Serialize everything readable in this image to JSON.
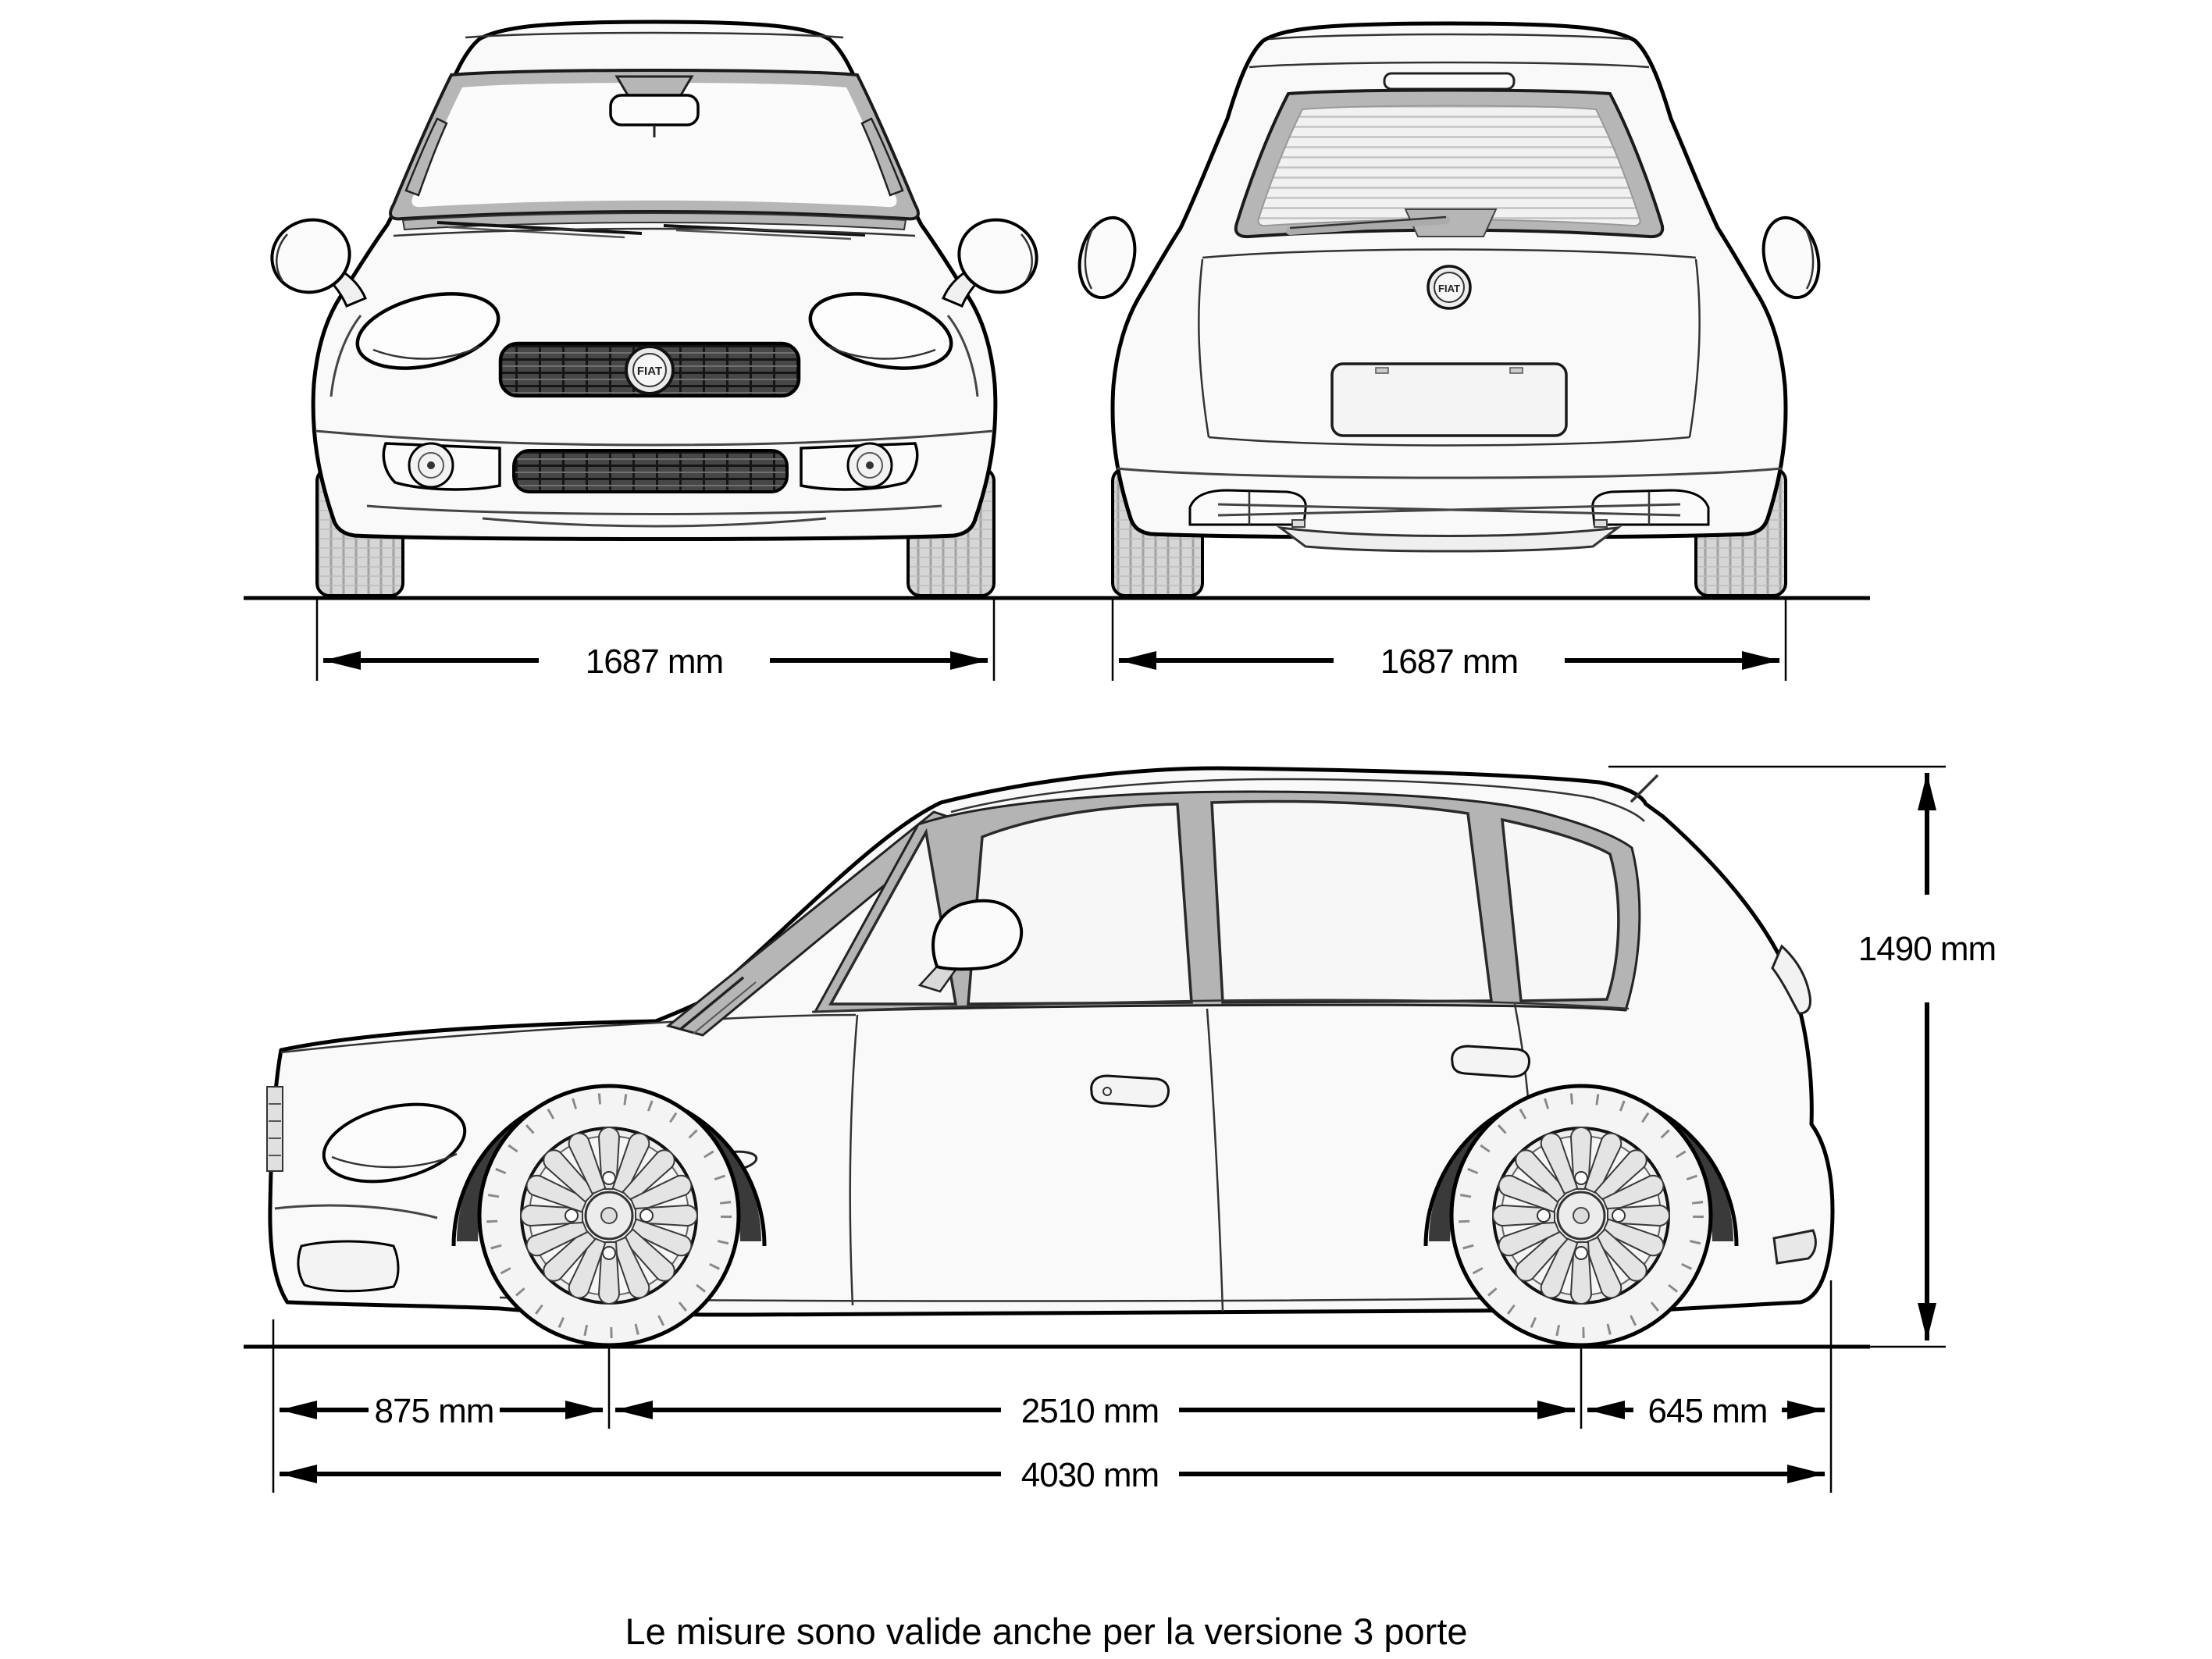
{
  "diagram": {
    "brand": "FIAT",
    "caption": "Le misure sono valide anche per la versione 3 porte",
    "dimensions": {
      "front_width": "1687 mm",
      "rear_width": "1687 mm",
      "height": "1490 mm",
      "front_overhang": "875 mm",
      "wheelbase": "2510 mm",
      "rear_overhang": "645 mm",
      "overall_length": "4030 mm"
    }
  }
}
